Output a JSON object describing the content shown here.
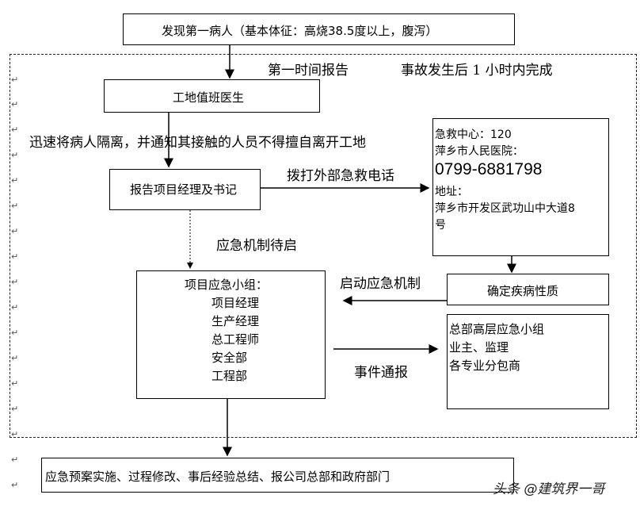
{
  "nodes": {
    "discover": "发现第一病人（基本体征：高烧38.5度以上，腹泻）",
    "doctor": "工地值班医生",
    "report": "报告项目经理及书记",
    "emergency_info": {
      "line1": "急救中心：120",
      "line2": "萍乡市人民医院：",
      "phone": "0799-6881798",
      "line4": "地址：",
      "line5": "萍乡市开发区武功山中大道8",
      "line6": "号"
    },
    "confirm": "确定疾病性质",
    "group": {
      "title": "项目应急小组：",
      "members": [
        "项目经理",
        "生产经理",
        "总工程师",
        "安全部",
        "工程部"
      ]
    },
    "hq": {
      "line1": "总部高层应急小组",
      "line2": "业主、监理",
      "line3": "各专业分包商"
    },
    "final": "应急预案实施、过程修改、事后经验总结、报公司总部和政府部门"
  },
  "labels": {
    "first_report": "第一时间报告",
    "within_hour": "事故发生后 1 小时内完成",
    "isolate": "迅速将病人隔离，并通知其接触的人员不得擅自离开工地",
    "call": "拨打外部急救电话",
    "standby": "应急机制待启",
    "start": "启动应急机制",
    "notify": "事件通报"
  },
  "watermark": "头条 @建筑界一哥",
  "colors": {
    "line": "#000000",
    "text": "#000000"
  }
}
